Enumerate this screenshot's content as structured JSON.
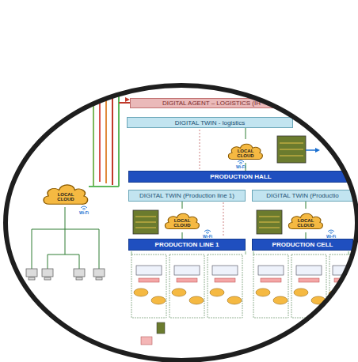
{
  "diagram": {
    "nodes": [
      {
        "text": [
          "DIGITAL AGENT – LOGISTICS (IH"
        ]
      },
      {
        "text": [
          "DIGITAL TWIN - logistics"
        ]
      },
      {
        "text": [
          "LOCAL CLOUD"
        ]
      },
      {
        "text": [
          "LOCAL CLOUD"
        ]
      },
      {
        "text": [
          "PRODUCTION HALL"
        ]
      },
      {
        "text": [
          "DIGITAL TWIN (Production line 1)"
        ]
      },
      {
        "text": [
          "DIGITAL TWIN (Productio"
        ]
      },
      {
        "text": [
          "LOCAL CLOUD"
        ]
      },
      {
        "text": [
          "LOCAL CLOUD"
        ]
      },
      {
        "text": [
          "PRODUCTION LINE 1"
        ]
      },
      {
        "text": [
          "PRODUCTION CELL"
        ]
      }
    ],
    "edges": [
      {
        "from": 1,
        "to": 3,
        "arrow": "none"
      },
      {
        "from": 3,
        "to": 4,
        "arrow": "none"
      },
      {
        "from": 5,
        "to": 7,
        "arrow": "none"
      },
      {
        "from": 7,
        "to": 9,
        "arrow": "none"
      },
      {
        "from": 6,
        "to": 8,
        "arrow": "none"
      },
      {
        "from": 8,
        "to": 10,
        "arrow": "none"
      }
    ],
    "labels": [
      "Wi-Fi",
      "Wi-Fi",
      "Wi-Fi",
      "Wi-Fi"
    ]
  }
}
